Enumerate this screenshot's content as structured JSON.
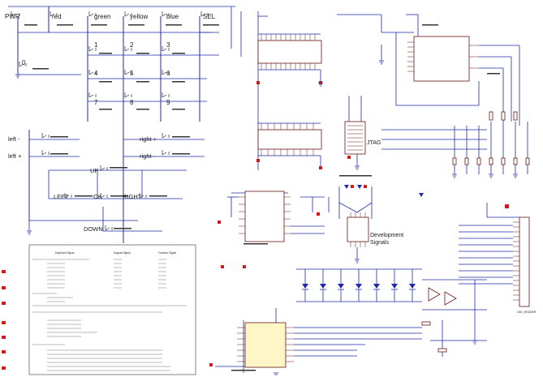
{
  "buttons": [
    "PWR",
    "red",
    "green",
    "yellow",
    "blue",
    "SEL",
    "0",
    "1",
    "2",
    "3",
    "4",
    "5",
    "6",
    "7",
    "8",
    "9",
    "left -",
    "left +",
    "right +",
    "right -",
    "UP",
    "LEFT",
    "OK",
    "RIGHT",
    "DOWN"
  ],
  "labels": {
    "jtag": "JTAG",
    "development": "Development",
    "signals": "Signals",
    "led_header": "LED_HEADER"
  },
  "notes_table": {
    "header": [
      "Keyboard Signal",
      "Keypad Signal",
      "Function Signal"
    ]
  },
  "colors": {
    "wire": "#1d2aa8",
    "chip_outline": "#6a1414",
    "chip_fill_highlight": "#fff6c8",
    "marker": "#d41a1a"
  }
}
